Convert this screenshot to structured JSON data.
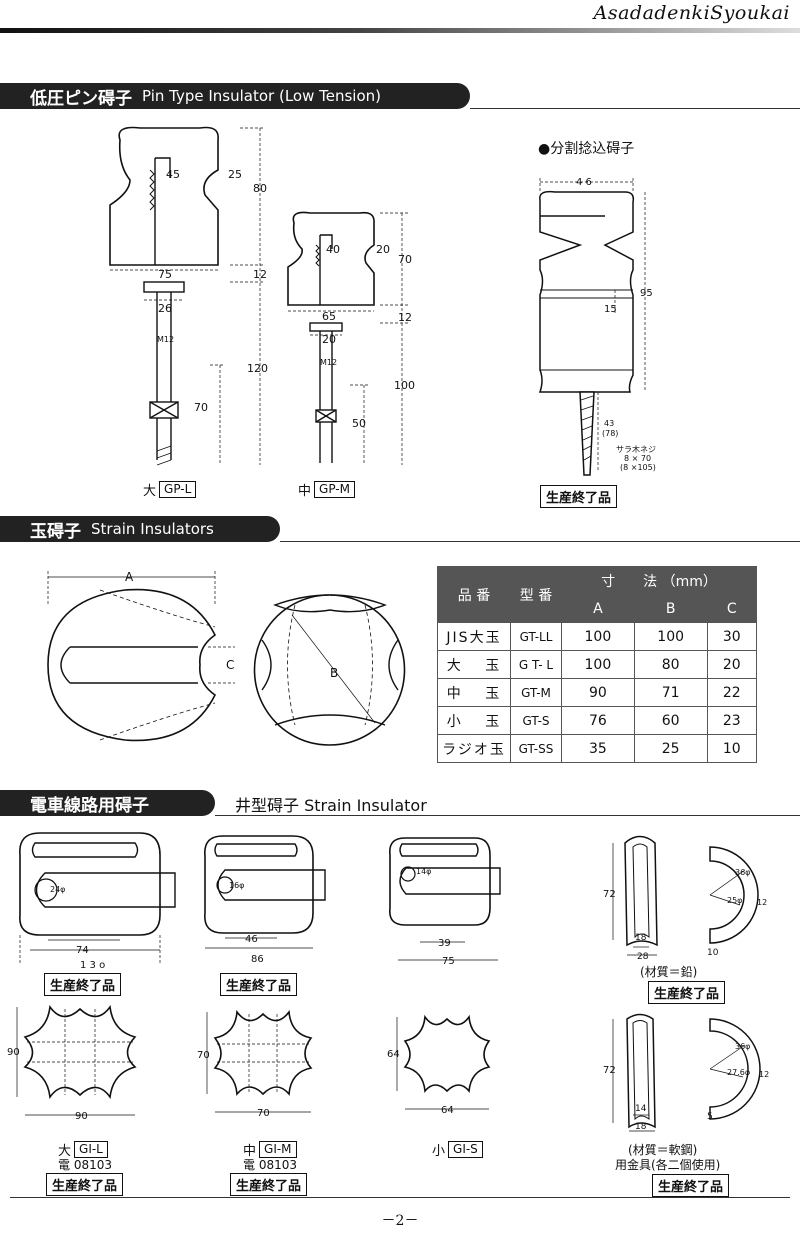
{
  "header": {
    "brand": "AsadadenkiSyoukai"
  },
  "section1": {
    "title_jp": "低圧ピン碍子",
    "title_en": "Pin Type Insulator (Low Tension)",
    "large": {
      "size": "大",
      "model": "GP-L",
      "dims": {
        "top_w": "45",
        "top_h": "25",
        "body_h": "80",
        "base_w": "75",
        "gap": "12",
        "pin_w": "26",
        "bolt": "M12",
        "pin_len": "120",
        "thread": "70"
      }
    },
    "medium": {
      "size": "中",
      "model": "GP-M",
      "dims": {
        "top_w": "40",
        "top_h": "20",
        "body_h": "70",
        "base_w": "65",
        "gap": "12",
        "pin_w": "20",
        "bolt": "M12",
        "pin_len": "100",
        "thread": "50"
      }
    },
    "split": {
      "title": "●分割捻込碍子",
      "width": "4 6",
      "height": "95",
      "groove": "15",
      "screw_len": "43",
      "screw_len2": "(78)",
      "screw_name": "サラ木ネジ",
      "screw_a": "8 × 70",
      "screw_b": "(8 ×105)",
      "status": "生産終了品"
    }
  },
  "section2": {
    "title_jp": "玉碍子",
    "title_en": "Strain Insulators",
    "dim_a": "A",
    "dim_b": "B",
    "dim_c": "C",
    "table": {
      "h_hinban": "品 番",
      "h_kataban": "型 番",
      "h_sunpo": "寸　　法 （mm）",
      "h_a": "A",
      "h_b": "B",
      "h_c": "C",
      "rows": [
        {
          "name": "JIS大玉",
          "model": "GT-LL",
          "a": "100",
          "b": "100",
          "c": "30"
        },
        {
          "name": "大　 玉",
          "model": "G T- L",
          "a": "100",
          "b": "80",
          "c": "20"
        },
        {
          "name": "中　 玉",
          "model": "GT-M",
          "a": "90",
          "b": "71",
          "c": "22"
        },
        {
          "name": "小　 玉",
          "model": "GT-S",
          "a": "76",
          "b": "60",
          "c": "23"
        },
        {
          "name": "ラジオ玉",
          "model": "GT-SS",
          "a": "35",
          "b": "25",
          "c": "10"
        }
      ]
    }
  },
  "section3": {
    "title_jp": "電車線路用碍子",
    "sub_title": "井型碍子 Strain Insulator",
    "status": "生産終了品",
    "gl": {
      "size": "大",
      "model": "GI-L",
      "code": "電 08103",
      "hole": "24φ",
      "inner": "74",
      "outer": "1 3 o",
      "side": "90",
      "bottom": "90"
    },
    "gm": {
      "size": "中",
      "model": "GI-M",
      "code": "電 08103",
      "hole": "16φ",
      "inner": "46",
      "outer": "86",
      "side": "70",
      "bottom": "70"
    },
    "gs": {
      "size": "小",
      "model": "GI-S",
      "hole": "14φ",
      "inner": "39",
      "outer": "75",
      "side": "64",
      "bottom": "64"
    },
    "thimble1": {
      "h": "72",
      "w1": "18",
      "w2": "28",
      "r1": "36φ",
      "r2": "25φ",
      "t": "12",
      "b": "10",
      "material": "(材質＝鉛)"
    },
    "thimble2": {
      "h": "72",
      "w1": "14",
      "w2": "18",
      "r1": "36φ",
      "r2": "27.6φ",
      "t": "12",
      "b": "5",
      "material": "(材質＝軟鋼)",
      "note": "用金具(各二個使用)"
    }
  },
  "footer": {
    "page": "－2－"
  }
}
